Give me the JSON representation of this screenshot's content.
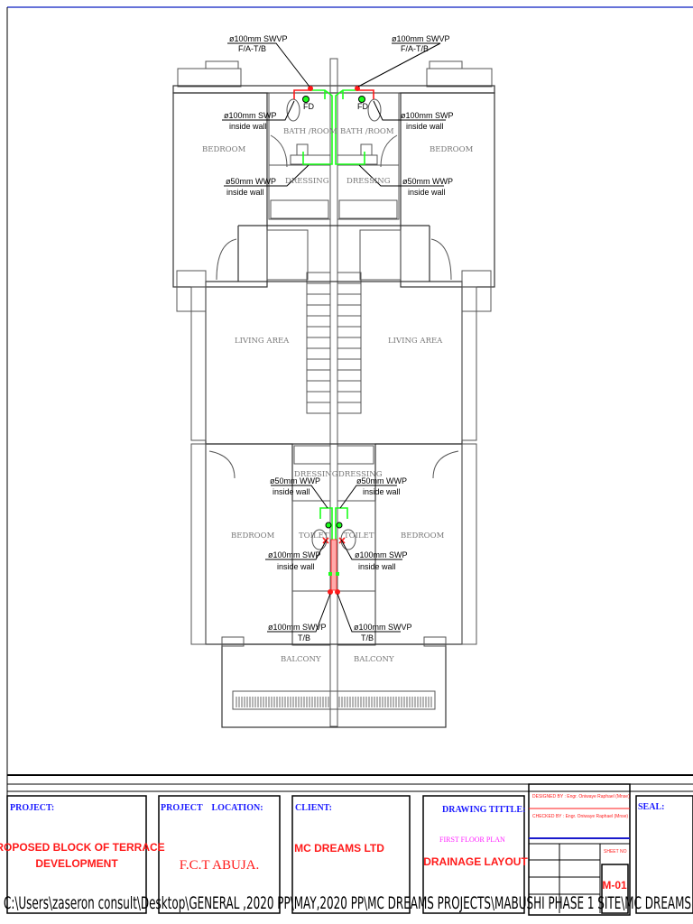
{
  "plan": {
    "rooms": {
      "bedroom_tl": "BEDROOM",
      "bedroom_tr": "BEDROOM",
      "bath_l": "BATH /ROOM",
      "bath_r": "BATH /ROOM",
      "dressing_tl": "DRESSING",
      "dressing_tr": "DRESSING",
      "living_l": "LIVING AREA",
      "living_r": "LIVING AREA",
      "dressing_bl": "DRESSING",
      "dressing_br": "DRESSING",
      "toilet_l": "TOILET",
      "toilet_r": "TOILET",
      "bedroom_bl": "BEDROOM",
      "bedroom_br": "BEDROOM",
      "balcony_l": "BALCONY",
      "balcony_r": "BALCONY"
    },
    "pipe_labels": {
      "top_swvp_l": [
        "ø100mm SWVP",
        "F/A-T/B"
      ],
      "top_swvp_r": [
        "ø100mm SWVP",
        "F/A-T/B"
      ],
      "top_swp_l": [
        "ø100mm SWP",
        "inside wall"
      ],
      "top_swp_r": [
        "ø100mm SWP",
        "inside wall"
      ],
      "top_wwp_l": [
        "ø50mm WWP",
        "inside wall"
      ],
      "top_wwp_r": [
        "ø50mm WWP",
        "inside wall"
      ],
      "bot_wwp_l": [
        "ø50mm WWP",
        "inside wall"
      ],
      "bot_wwp_r": [
        "ø50mm WWP",
        "inside wall"
      ],
      "bot_swp_l": [
        "ø100mm SWP",
        "inside wall"
      ],
      "bot_swp_r": [
        "ø100mm SWP",
        "inside wall"
      ],
      "bot_swvp_l": [
        "ø100mm SWVP",
        "T/B"
      ],
      "bot_swvp_r": [
        "ø100mm SWVP",
        "T/B"
      ]
    },
    "fd_tag": "FD",
    "colors": {
      "soil_pipe": "#ff1a1a",
      "waste_pipe": "#1aff1a"
    }
  },
  "title_block": {
    "project_heading": "PROJECT:",
    "project_value": [
      "PROPOSED BLOCK OF TERRACE",
      "DEVELOPMENT"
    ],
    "location_heading": "PROJECT    LOCATION:",
    "location_value": "F.C.T ABUJA.",
    "client_heading": "CLIENT:",
    "client_value": "MC DREAMS LTD",
    "drawing_title_heading": "DRAWING  TITTLE:",
    "drawing_subtitle": "FIRST FLOOR PLAN",
    "drawing_title": "DRAINAGE LAYOUT",
    "designed_by": "DESIGNED BY :    Engr.  Oniwaye Raphael (Mnse)",
    "checked_by": "CHECKED BY :    Engr.  Oniwaye Raphael (Mnse)",
    "sheet_no_label": "SHEET NO",
    "sheet_no": "M-01",
    "seal_heading": "SEAL:",
    "file_path": "C:\\Users\\zaseron consult\\Desktop\\GENERAL ,2020 PP\\MAY,2020 PP\\MC DREAMS PROJECTS\\MABUSHI PHASE 1 SITE\\MC DREAMS"
  }
}
